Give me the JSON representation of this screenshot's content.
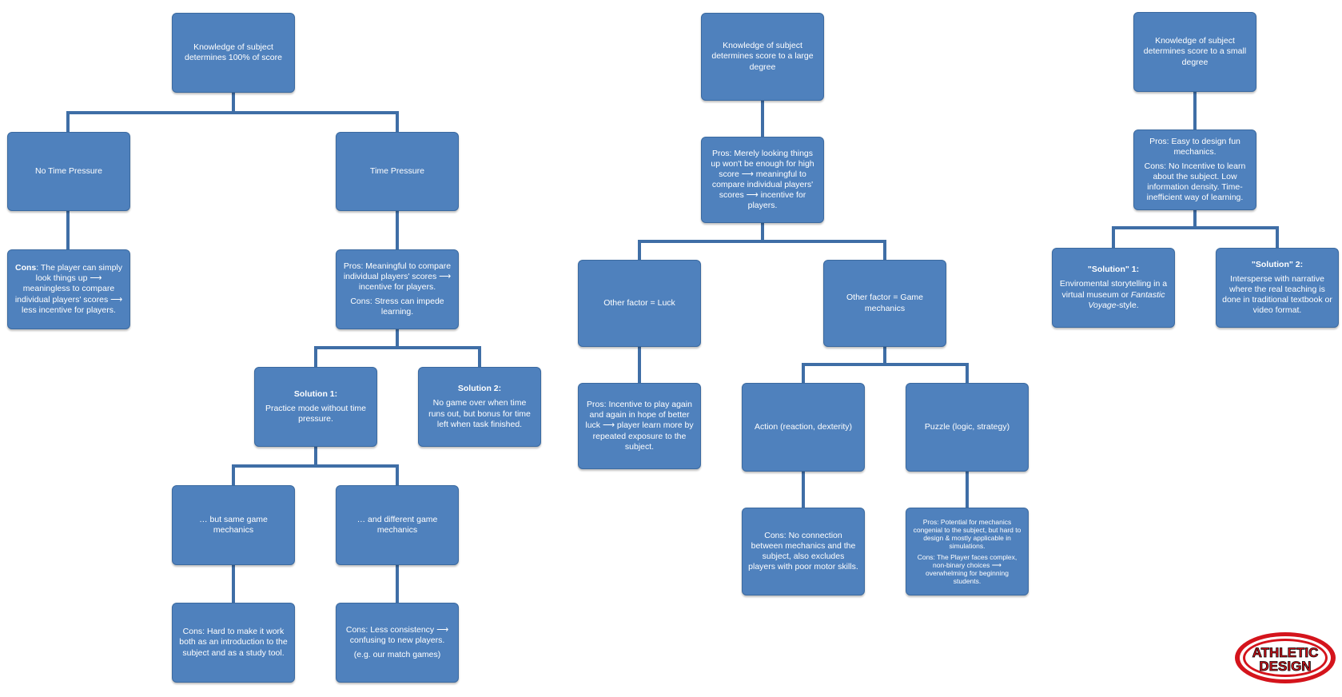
{
  "tree1": {
    "root": "Knowledge of subject determines 100% of score",
    "no_time": "No Time Pressure",
    "no_time_cons_label": "Cons",
    "no_time_cons_text": ": The player can simply look things up ⟶ meaningless to compare individual  players' scores ⟶ less incentive for players.",
    "time": "Time Pressure",
    "time_pros": "Pros: Meaningful to compare individual  players' scores ⟶ incentive for players.",
    "time_cons": "Cons: Stress can impede learning.",
    "sol1_title": "Solution 1:",
    "sol1_text": "Practice mode without time pressure.",
    "sol2_title": "Solution 2:",
    "sol2_text": "No game over when time runs out, but bonus for time left when task finished.",
    "same": "… but same game mechanics",
    "different": "… and different game mechanics",
    "same_cons": "Cons: Hard to make it work both as an introduction to the subject and as a study tool.",
    "diff_cons": "Cons: Less consistency ⟶ confusing to new players.",
    "diff_note": "(e.g. our match games)"
  },
  "tree2": {
    "root": "Knowledge of subject determines score to a large degree",
    "pros": "Pros: Merely looking things up won't be enough for high score ⟶  meaningful to compare individual  players' scores ⟶  incentive for players.",
    "luck": "Other factor = Luck",
    "mechanics": "Other factor = Game mechanics",
    "luck_pros": "Pros: Incentive to play again and again in hope of better luck ⟶ player learn more by repeated exposure to the subject.",
    "action": "Action (reaction, dexterity)",
    "puzzle": "Puzzle (logic, strategy)",
    "action_cons": "Cons: No connection between mechanics and the subject, also excludes players with poor motor skills.",
    "puzzle_pros": "Pros: Potential for mechanics congenial to the subject, but hard to design & mostly applicable in simulations.",
    "puzzle_cons": "Cons: The Player faces complex, non-binary choices ⟶ overwhelming for beginning students."
  },
  "tree3": {
    "root": "Knowledge of subject determines score to a small degree",
    "pros": "Pros: Easy to design fun mechanics.",
    "cons": "Cons: No Incentive to learn about the subject. Low information density. Time-inefficient way of learning.",
    "sol1_title": "\"Solution\" 1:",
    "sol1_text_before": "Enviromental storytelling in a virtual museum or ",
    "sol1_text_italic": "Fantastic Voyage",
    "sol1_text_after": "-style.",
    "sol2_title": "\"Solution\" 2:",
    "sol2_text": "Intersperse with narrative where the real teaching is done in traditional textbook or video format."
  },
  "logo": {
    "line1": "ATHLETIC",
    "line2": "DESIGN"
  },
  "colors": {
    "box_fill": "#4f81bd",
    "box_border": "#3b6aa0",
    "connector": "#3f6ea6",
    "text": "#ffffff",
    "logo_red": "#d4141c"
  }
}
